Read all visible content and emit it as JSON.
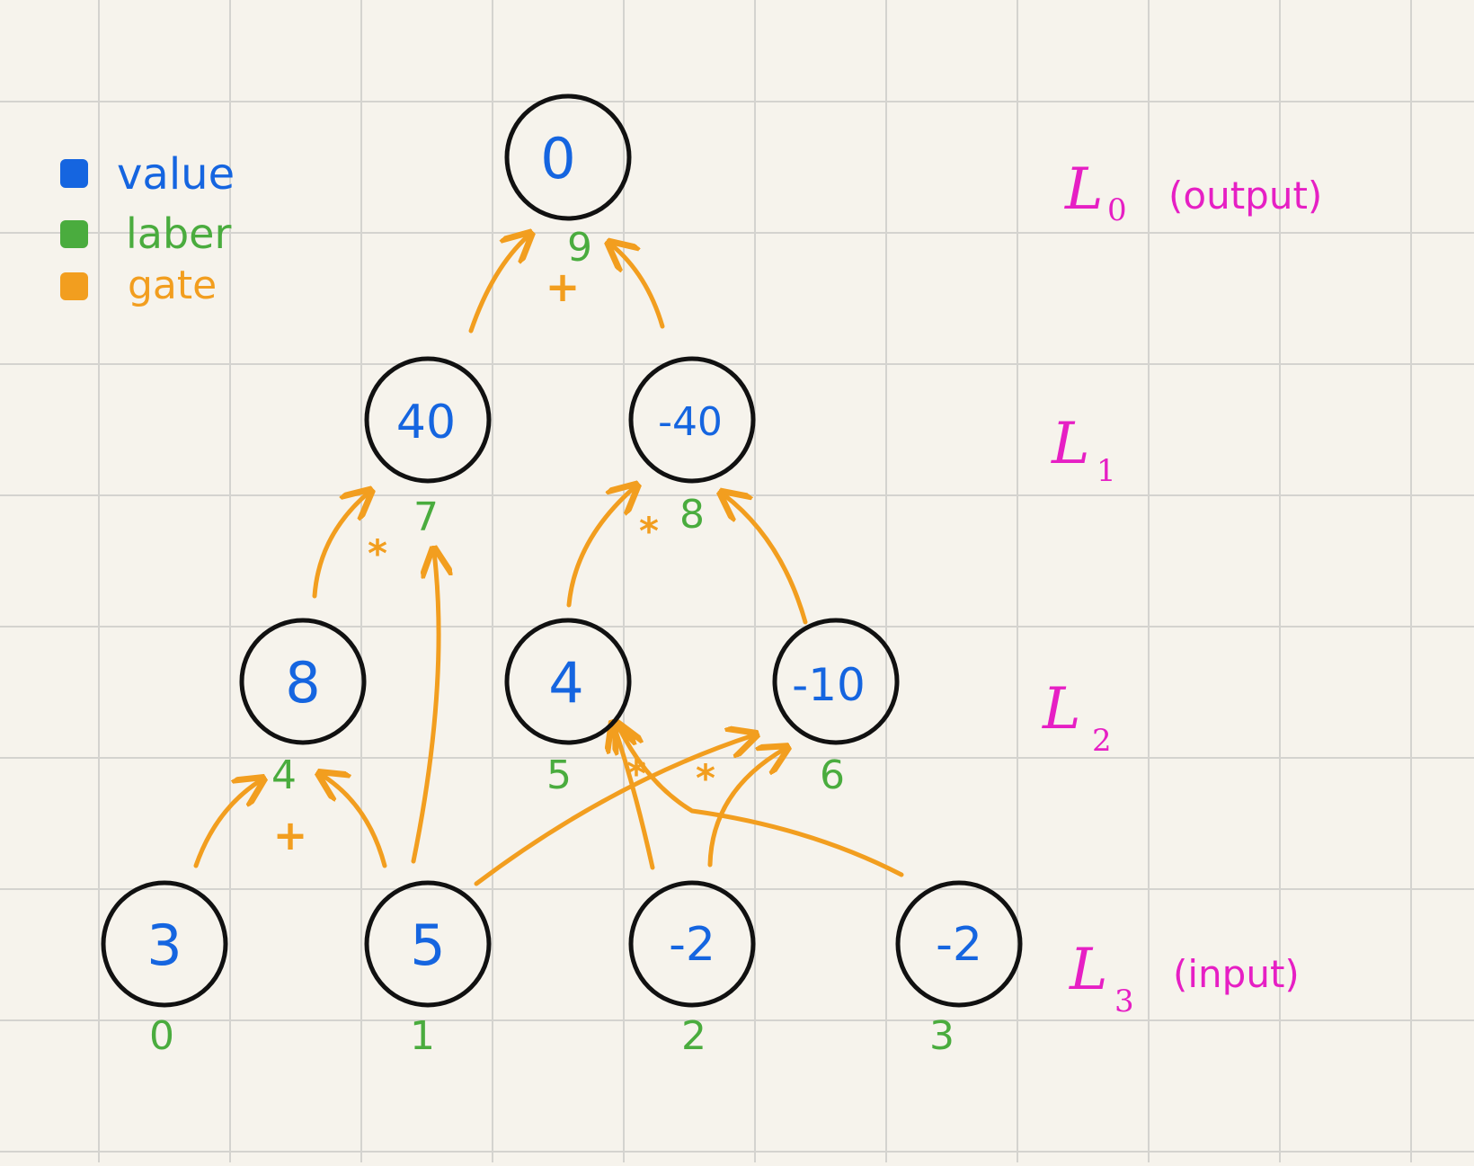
{
  "colors": {
    "paper": "#f6f3ec",
    "grid": "#d4d3cf",
    "value": "#1565e0",
    "label": "#4aac3e",
    "gate": "#f29e1f",
    "layer": "#e61fc4",
    "node_border": "#111111"
  },
  "legend": {
    "items": [
      {
        "key": "value",
        "text": "value",
        "color": "#1565e0"
      },
      {
        "key": "label",
        "text": "laber",
        "color": "#4aac3e"
      },
      {
        "key": "gate",
        "text": "gate",
        "color": "#f29e1f"
      }
    ]
  },
  "layers": [
    {
      "id": "l0",
      "symbol": "L",
      "sub": "0",
      "note": "(output)"
    },
    {
      "id": "l1",
      "symbol": "L",
      "sub": "1",
      "note": ""
    },
    {
      "id": "l2",
      "symbol": "L",
      "sub": "2",
      "note": ""
    },
    {
      "id": "l3",
      "symbol": "L",
      "sub": "3",
      "note": "(input)"
    }
  ],
  "nodes": [
    {
      "id": "n0",
      "value": "3",
      "label": "0"
    },
    {
      "id": "n1",
      "value": "5",
      "label": "1"
    },
    {
      "id": "n2",
      "value": "-2",
      "label": "2"
    },
    {
      "id": "n3",
      "value": "-2",
      "label": "3"
    },
    {
      "id": "n4",
      "value": "8",
      "label": "4"
    },
    {
      "id": "n5",
      "value": "4",
      "label": "5"
    },
    {
      "id": "n6",
      "value": "-10",
      "label": "6"
    },
    {
      "id": "n7",
      "value": "40",
      "label": "7"
    },
    {
      "id": "n8",
      "value": "-40",
      "label": "8"
    },
    {
      "id": "n9",
      "value": "0",
      "label": "9"
    }
  ],
  "gates": [
    {
      "id": "g4",
      "target": "n4",
      "op": "+"
    },
    {
      "id": "g5",
      "target": "n5",
      "op": "*"
    },
    {
      "id": "g6",
      "target": "n6",
      "op": "*"
    },
    {
      "id": "g7",
      "target": "n7",
      "op": "*"
    },
    {
      "id": "g8",
      "target": "n8",
      "op": "*"
    },
    {
      "id": "g9",
      "target": "n9",
      "op": "+"
    }
  ],
  "edges": [
    {
      "from": "n0",
      "to": "n4"
    },
    {
      "from": "n1",
      "to": "n4"
    },
    {
      "from": "n1",
      "to": "n6"
    },
    {
      "from": "n1",
      "to": "n7"
    },
    {
      "from": "n2",
      "to": "n5"
    },
    {
      "from": "n2",
      "to": "n6"
    },
    {
      "from": "n3",
      "to": "n5"
    },
    {
      "from": "n4",
      "to": "n7"
    },
    {
      "from": "n5",
      "to": "n8"
    },
    {
      "from": "n6",
      "to": "n8"
    },
    {
      "from": "n7",
      "to": "n9"
    },
    {
      "from": "n8",
      "to": "n9"
    }
  ]
}
